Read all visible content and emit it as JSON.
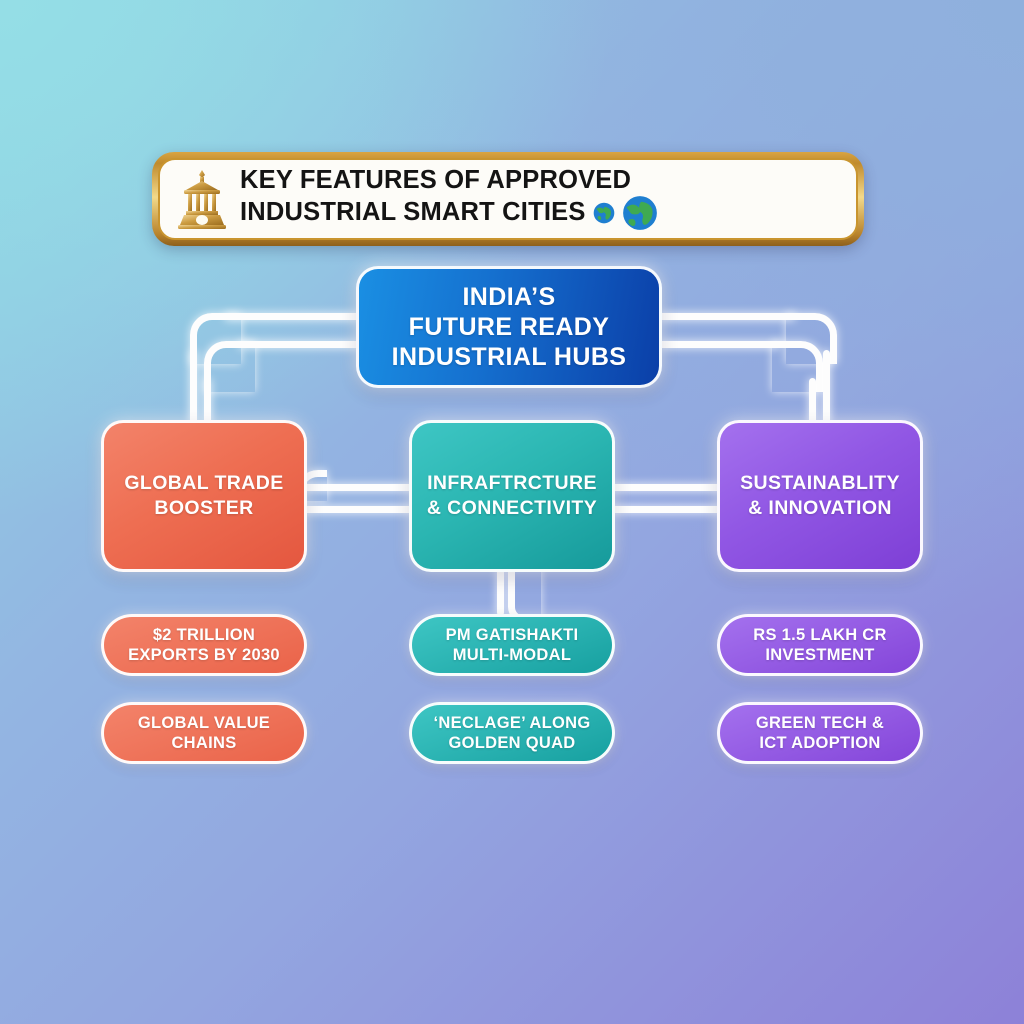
{
  "banner": {
    "icon": "monument-icon",
    "line1": "KEY FEATURES OF APPROVED",
    "line2": "INDUSTRIAL SMART CITIES",
    "globe_small": "globe-icon",
    "globe_large": "globe-icon"
  },
  "hub": {
    "line1": "INDIA’S",
    "line2": "FUTURE READY",
    "line3": "INDUSTRIAL HUBS"
  },
  "branches": [
    {
      "title_line1": "GLOBAL TRADE",
      "title_line2": "BOOSTER",
      "color": "#ee6e52",
      "items": [
        {
          "line1": "$2 TRILLION",
          "line2": "EXPORTS BY 2030"
        },
        {
          "line1": "GLOBAL VALUE",
          "line2": "CHAINS"
        }
      ]
    },
    {
      "title_line1": "INFRAFTRCTURE",
      "title_line2": "& CONNECTIVITY",
      "color": "#2bb6b2",
      "items": [
        {
          "line1": "PM GATISHAKTI",
          "line2": "MULTI-MODAL"
        },
        {
          "line1": "‘NECLAGE’ ALONG",
          "line2": "GOLDEN QUAD"
        }
      ]
    },
    {
      "title_line1": "SUSTAINABLITY",
      "title_line2": "& INNOVATION",
      "color": "#9157e4",
      "items": [
        {
          "line1": "RS 1.5 LAKH CR",
          "line2": "INVESTMENT"
        },
        {
          "line1": "GREEN TECH &",
          "line2": "ICT ADOPTION"
        }
      ]
    }
  ],
  "palette": {
    "background_start": "#8ed7e3",
    "background_mid": "#93b6e2",
    "background_end": "#8d81d8",
    "banner_border": "#c9952f",
    "banner_fill": "#fdfcf8",
    "hub_start": "#1a8fe3",
    "hub_end": "#0b3fa8",
    "connector": "#fdfdfd"
  }
}
